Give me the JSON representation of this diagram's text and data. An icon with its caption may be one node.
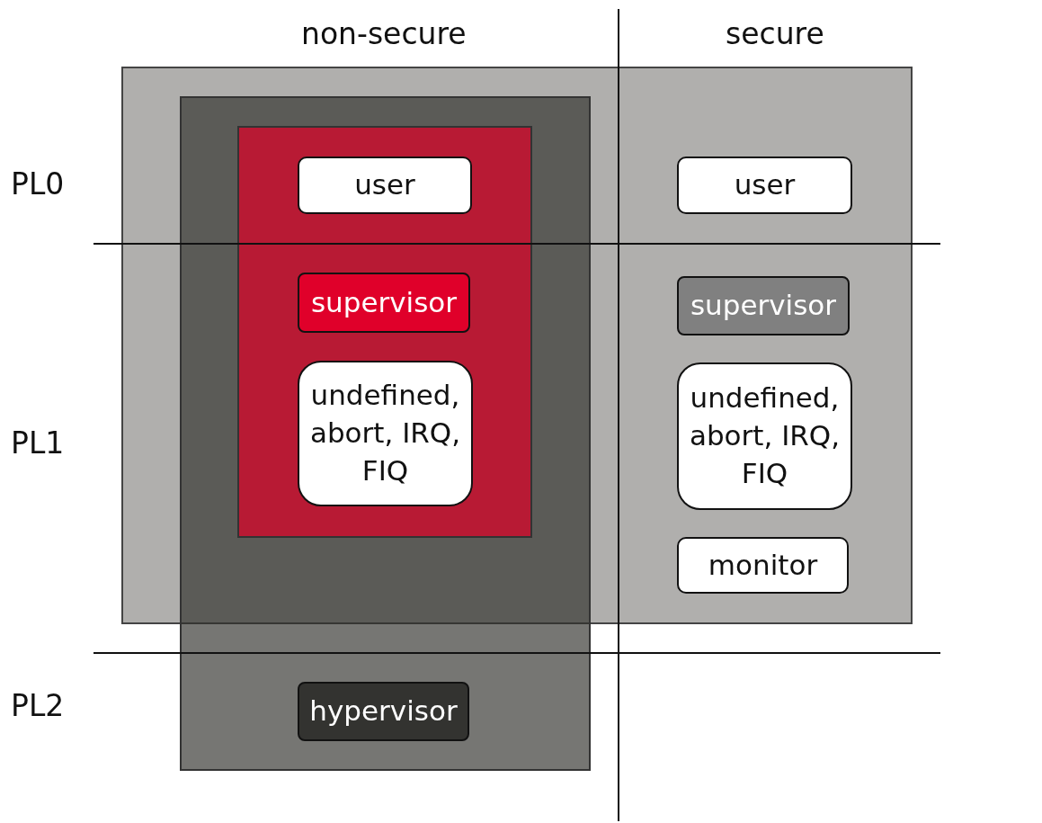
{
  "diagram": {
    "nodes": [
      {
        "text": [
          "user"
        ]
      },
      {
        "text": [
          "user"
        ]
      },
      {
        "text": [
          "supervisor"
        ]
      },
      {
        "text": [
          "supervisor"
        ]
      },
      {
        "text": [
          "undefined, abort, IRQ, FIQ"
        ]
      },
      {
        "text": [
          "undefined, abort, IRQ, FIQ"
        ]
      },
      {
        "text": [
          "monitor"
        ]
      },
      {
        "text": [
          "hypervisor"
        ]
      }
    ],
    "labels": [
      "non-secure",
      "secure",
      "PL0",
      "PL1",
      "PL2"
    ]
  }
}
